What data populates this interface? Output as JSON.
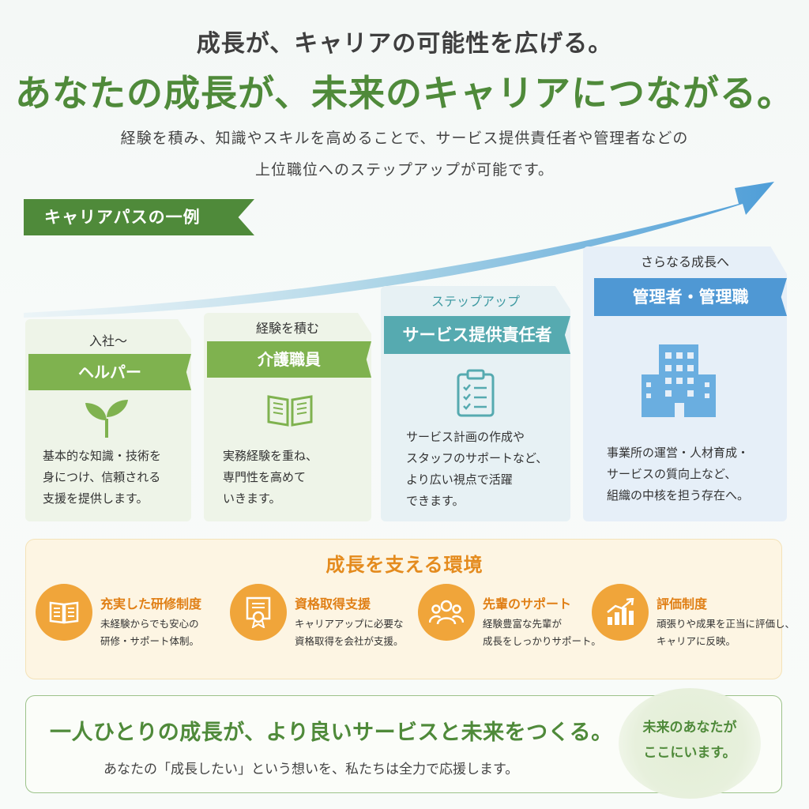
{
  "header": {
    "subtitle": "成長が、キャリアの可能性を広げる。",
    "title": "あなたの成長が、未来のキャリアにつながる。",
    "intro_line1": "経験を積み、知識やスキルを高めることで、サービス提供責任者や管理者などの",
    "intro_line2": "上位職位へのステップアップが可能です。"
  },
  "career_path": {
    "label": "キャリアパスの一例",
    "cards": [
      {
        "top_label": "入社〜",
        "title": "ヘルパー",
        "icon": "sprout-icon",
        "desc": [
          "基本的な知識・技術を",
          "身につけ、信頼される",
          "支援を提供します。"
        ]
      },
      {
        "top_label": "経験を積む",
        "title": "介護職員",
        "icon": "open-book-icon",
        "desc": [
          "実務経験を重ね、",
          "専門性を高めて",
          "いきます。"
        ]
      },
      {
        "top_label": "ステップアップ",
        "title": "サービス提供責任者",
        "icon": "clipboard-checklist-icon",
        "desc": [
          "サービス計画の作成や",
          "スタッフのサポートなど、",
          "より広い視点で活躍",
          "できます。"
        ]
      },
      {
        "top_label": "さらなる成長へ",
        "title": "管理者・管理職",
        "icon": "office-building-icon",
        "desc": [
          "事業所の運営・人材育成・",
          "サービスの質向上など、",
          "組織の中核を担う存在へ。"
        ]
      }
    ]
  },
  "support": {
    "title": "成長を支える環境",
    "items": [
      {
        "icon": "book-icon",
        "name": "充実した研修制度",
        "desc": [
          "未経験からでも安心の",
          "研修・サポート体制。"
        ]
      },
      {
        "icon": "certificate-icon",
        "name": "資格取得支援",
        "desc": [
          "キャリアアップに必要な",
          "資格取得を会社が支援。"
        ]
      },
      {
        "icon": "group-people-icon",
        "name": "先輩のサポート",
        "desc": [
          "経験豊富な先輩が",
          "成長をしっかりサポート。"
        ]
      },
      {
        "icon": "growth-chart-icon",
        "name": "評価制度",
        "desc": [
          "頑張りや成果を正当に評価し、",
          "キャリアに反映。"
        ]
      }
    ]
  },
  "message": {
    "main": "一人ひとりの成長が、より良いサービスと未来をつくる。",
    "sub": "あなたの「成長したい」という想いを、私たちは全力で応援します。",
    "badge_line1": "未来のあなたが",
    "badge_line2": "ここにいます。"
  },
  "colors": {
    "green": "#4f8a3a",
    "light_green": "#7fb24f",
    "teal": "#56aab0",
    "blue": "#4f98d4",
    "orange": "#f0a53a"
  }
}
